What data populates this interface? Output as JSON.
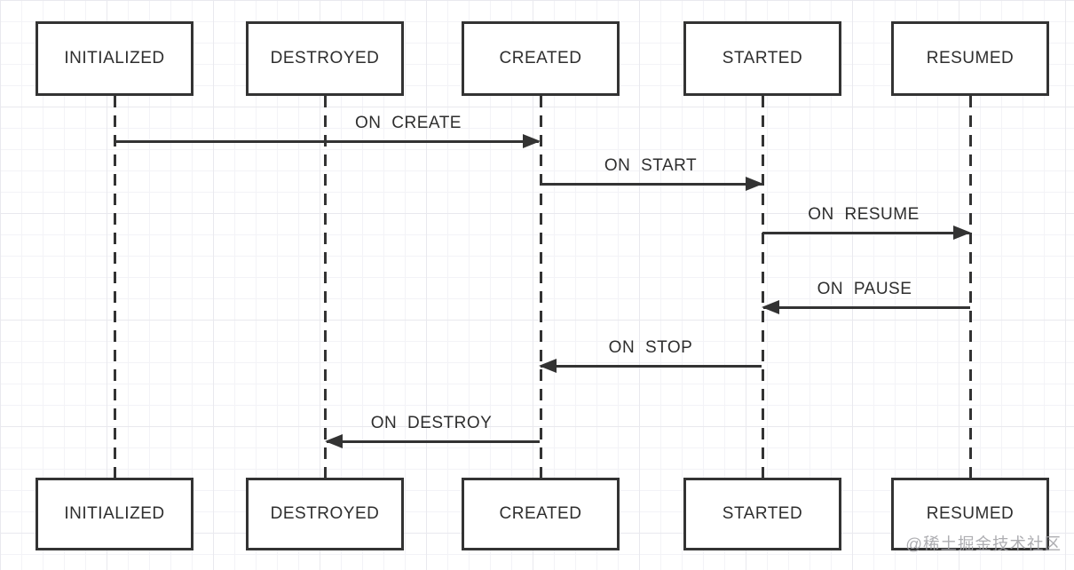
{
  "diagram": {
    "title_hint": "activity-lifecycle-sequence",
    "states": [
      {
        "label": "INITIALIZED"
      },
      {
        "label": "DESTROYED"
      },
      {
        "label": "CREATED"
      },
      {
        "label": "STARTED"
      },
      {
        "label": "RESUMED"
      }
    ],
    "messages": [
      {
        "label": "ON CREATE",
        "from": "INITIALIZED",
        "to": "CREATED",
        "direction": "right"
      },
      {
        "label": "ON START",
        "from": "CREATED",
        "to": "STARTED",
        "direction": "right"
      },
      {
        "label": "ON RESUME",
        "from": "STARTED",
        "to": "RESUMED",
        "direction": "right"
      },
      {
        "label": "ON PAUSE",
        "from": "RESUMED",
        "to": "STARTED",
        "direction": "left"
      },
      {
        "label": "ON STOP",
        "from": "STARTED",
        "to": "CREATED",
        "direction": "left"
      },
      {
        "label": "ON DESTROY",
        "from": "CREATED",
        "to": "DESTROYED",
        "direction": "left"
      }
    ],
    "watermark": "@稀土掘金技术社区",
    "colors": {
      "line": "#333333",
      "text": "#2e2e2e",
      "box_fill": "#ffffff",
      "grid_minor": "#f3f3f7",
      "grid_major": "#e9e9ee",
      "watermark": "#a0a0a5"
    }
  }
}
